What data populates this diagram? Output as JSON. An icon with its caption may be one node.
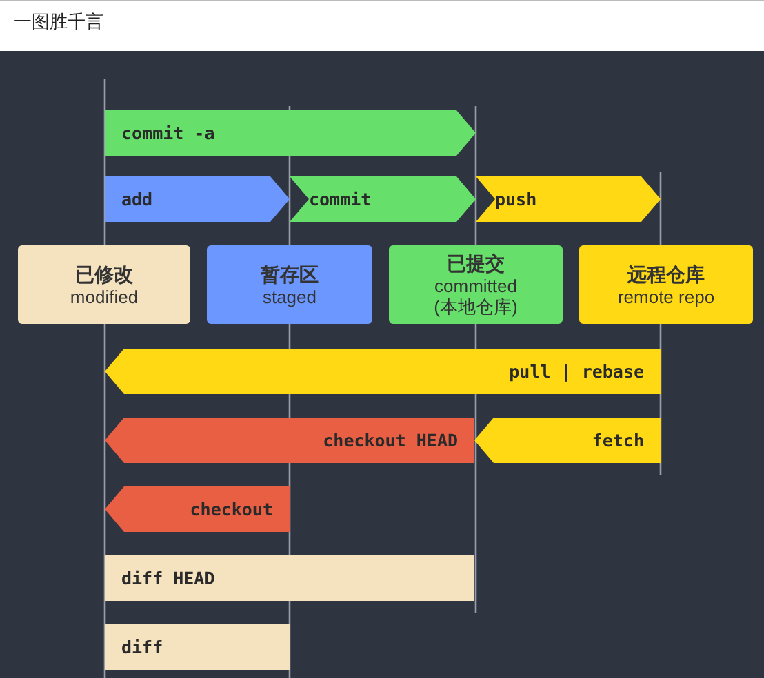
{
  "diagram": {
    "title": "一图胜千言",
    "nodes": [
      {
        "text": [
          "commit -a"
        ]
      },
      {
        "text": [
          "add"
        ]
      },
      {
        "text": [
          "commit"
        ]
      },
      {
        "text": [
          "push"
        ]
      },
      {
        "text": [
          "已修改",
          "modified"
        ]
      },
      {
        "text": [
          "暂存区",
          "staged"
        ]
      },
      {
        "text": [
          "已提交",
          "committed",
          "(本地仓库)"
        ]
      },
      {
        "text": [
          "远程仓库",
          "remote repo"
        ]
      },
      {
        "text": [
          "pull | rebase"
        ]
      },
      {
        "text": [
          "checkout HEAD"
        ]
      },
      {
        "text": [
          "fetch"
        ]
      },
      {
        "text": [
          "checkout"
        ]
      },
      {
        "text": [
          "diff HEAD"
        ]
      },
      {
        "text": [
          "diff"
        ]
      }
    ]
  }
}
